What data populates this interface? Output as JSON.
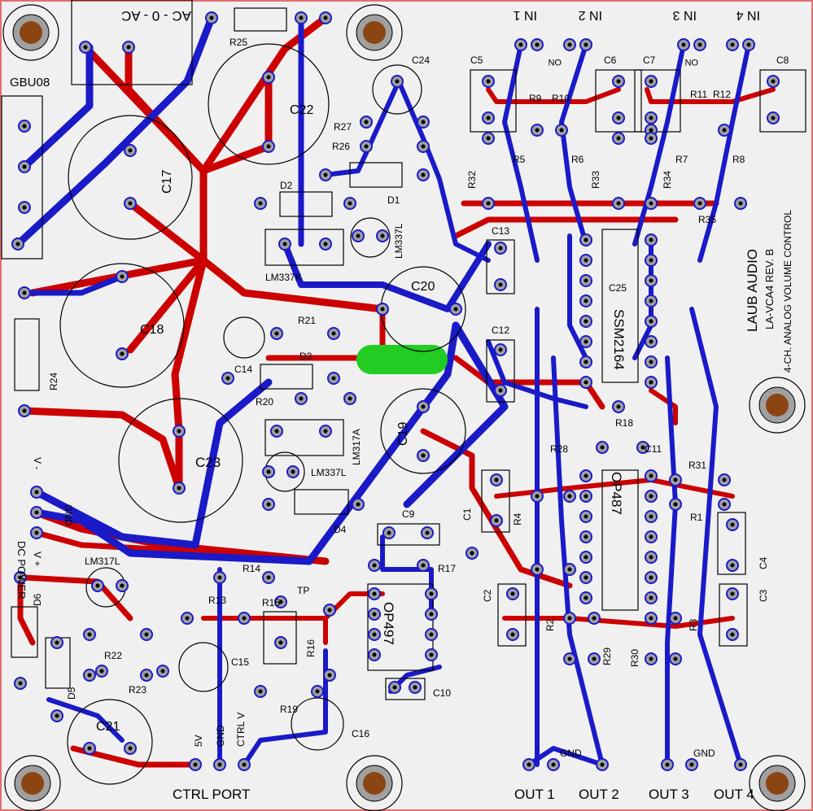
{
  "board": {
    "title": "LAUB AUDIO",
    "revision": "LA-VCA4 REV. B",
    "description": "4-CH. ANALOG VOLUME CONTROL"
  },
  "colors": {
    "background": "#f0f0f0",
    "border": "#e07070",
    "top_trace": "#cc0000",
    "bottom_trace": "#1a1ac8",
    "pad": "#a0a0a0",
    "hole": "#8b4513",
    "highlight": "#22cc22",
    "silkscreen": "#000000"
  },
  "connectors": {
    "ac_input": "AC - 0 - AC",
    "bridge": "GBU08",
    "dc_power": "DC POWER",
    "dc_pins": [
      "V -",
      "GND",
      "V +"
    ],
    "ctrl_port": "CTRL PORT",
    "ctrl_pins": [
      "5V",
      "GND",
      "CTRL V"
    ],
    "inputs": [
      "IN 1",
      "IN 2",
      "IN 3",
      "IN 4"
    ],
    "outputs": [
      "OUT 1",
      "OUT 2",
      "OUT 3",
      "OUT 4"
    ],
    "output_gnd": [
      "GND",
      "GND"
    ],
    "test_point": "TP"
  },
  "components": {
    "capacitors": [
      "C1",
      "C2",
      "C3",
      "C4",
      "C5",
      "C6",
      "C7",
      "C8",
      "C9",
      "C10",
      "C11",
      "C12",
      "C13",
      "C14",
      "C15",
      "C16",
      "C17",
      "C18",
      "C19",
      "C20",
      "C21",
      "C22",
      "C23",
      "C24",
      "C25"
    ],
    "resistors": [
      "R1",
      "R2",
      "R3",
      "R4",
      "R5",
      "R6",
      "R7",
      "R8",
      "R9",
      "R10",
      "R11",
      "R12",
      "R13",
      "R14",
      "R15",
      "R16",
      "R17",
      "R18",
      "R19",
      "R20",
      "R21",
      "R22",
      "R23",
      "R24",
      "R25",
      "R26",
      "R27",
      "R28",
      "R29",
      "R30",
      "R31",
      "R32",
      "R33",
      "R34",
      "R35"
    ],
    "diodes": [
      "D1",
      "D2",
      "D3",
      "D4",
      "D5",
      "D6"
    ],
    "regulators": [
      "LM337K",
      "LM337L",
      "LM317A",
      "LM317L",
      "LM337L"
    ],
    "ics": [
      "SSM2164",
      "OP487",
      "OP497"
    ],
    "misc": [
      "ON",
      "ON"
    ]
  }
}
